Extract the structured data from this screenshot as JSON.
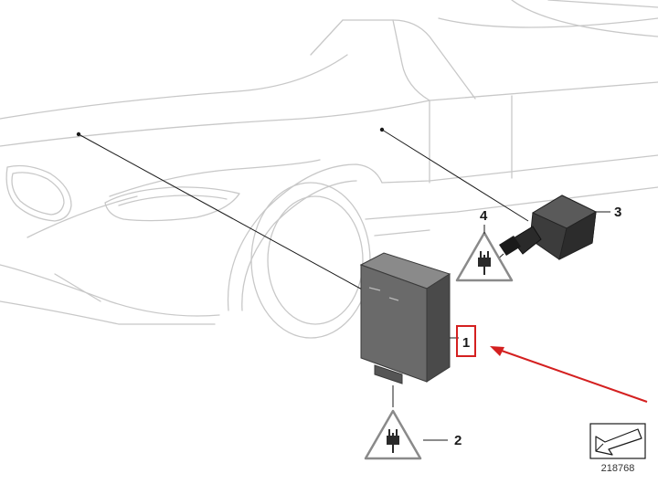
{
  "diagram": {
    "callouts": {
      "part_1": "1",
      "part_2": "2",
      "part_3": "3",
      "part_4": "4"
    },
    "document_number": "218768",
    "colors": {
      "outline": "#c8c8c8",
      "leader": "#1a1a1a",
      "highlight": "#d42020",
      "part_dark": "#4a4a4a",
      "part_mid": "#6a6a6a",
      "part_light": "#8a8a8a"
    },
    "icons": {
      "connector_warning_1": "plug-warning-icon",
      "connector_warning_2": "plug-warning-icon",
      "nav_back": "arrow-return-icon"
    }
  }
}
